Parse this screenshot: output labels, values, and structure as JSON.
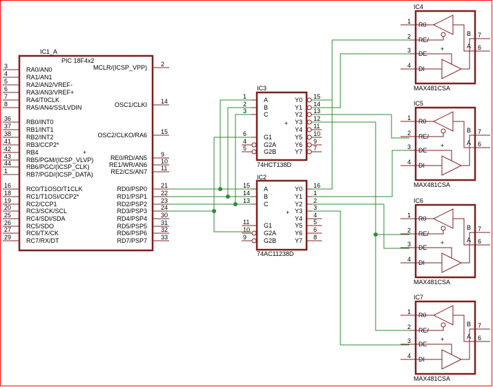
{
  "colors": {
    "border": "#ff0000",
    "ic_body": "#7a1f1f",
    "wire": "#2e8b2e",
    "text": "#000000"
  },
  "ic1": {
    "name": "IC1_A",
    "value": "PIC 18F4x2",
    "left_pins": [
      {
        "num": "3",
        "label": "RA0/AN0"
      },
      {
        "num": "4",
        "label": "RA1/AN1"
      },
      {
        "num": "5",
        "label": "RA2/AN2/VREF-"
      },
      {
        "num": "6",
        "label": "RA3/AN3/VREF+"
      },
      {
        "num": "7",
        "label": "RA4/T0CLK"
      },
      {
        "num": "8",
        "label": "RA5/AN4/SS/LVDIN"
      },
      {
        "num": "36",
        "label": "RB0/INT0"
      },
      {
        "num": "37",
        "label": "RB1/INT1"
      },
      {
        "num": "38",
        "label": "RB2/INT2"
      },
      {
        "num": "41",
        "label": "RB3/CCP2*"
      },
      {
        "num": "42",
        "label": "RB4"
      },
      {
        "num": "43",
        "label": "RB5/PGM/(ICSP_VLVP)"
      },
      {
        "num": "44",
        "label": "RB6/PGC/(ICSP_CLK)"
      },
      {
        "num": "1",
        "label": "RB7/PGD/(ICSP_DATA)"
      },
      {
        "num": "16",
        "label": "RC0/T1OSO/T1CLK"
      },
      {
        "num": "18",
        "label": "RC1/T1OSI/CCP2*"
      },
      {
        "num": "19",
        "label": "RC2/CCP1"
      },
      {
        "num": "20",
        "label": "RC3/SCK/SCL"
      },
      {
        "num": "25",
        "label": "RC4/SDI/SDA"
      },
      {
        "num": "26",
        "label": "RC5/SDO"
      },
      {
        "num": "27",
        "label": "RC6/TX/CK"
      },
      {
        "num": "29",
        "label": "RC7/RX/DT"
      }
    ],
    "right_pins": [
      {
        "num": "2",
        "label": "MCLR/(ICSP_VPP)"
      },
      {
        "num": "14",
        "label": "OSC1/CLKI"
      },
      {
        "num": "15",
        "label": "OSC2/CLKO/RA6"
      },
      {
        "num": "9",
        "label": "RE0/RD/AN5"
      },
      {
        "num": "10",
        "label": "RE1/WR/AN6"
      },
      {
        "num": "11",
        "label": "RE2/CS/AN7"
      },
      {
        "num": "21",
        "label": "RD0/PSP0"
      },
      {
        "num": "22",
        "label": "RD1/PSP1"
      },
      {
        "num": "23",
        "label": "RD2/PSP2"
      },
      {
        "num": "24",
        "label": "RD3/PSP3"
      },
      {
        "num": "30",
        "label": "RD4/PSP4"
      },
      {
        "num": "31",
        "label": "RD5/PSP5"
      },
      {
        "num": "32",
        "label": "RD6/PSP6"
      },
      {
        "num": "33",
        "label": "RD7/PSP7"
      }
    ]
  },
  "ic3": {
    "name": "IC3",
    "value": "74HCT138D",
    "left_pins": [
      {
        "num": "1",
        "label": "A"
      },
      {
        "num": "2",
        "label": "B"
      },
      {
        "num": "3",
        "label": "C"
      },
      {
        "num": "6",
        "label": "G1"
      },
      {
        "num": "4",
        "label": "G2A"
      },
      {
        "num": "5",
        "label": "G2B"
      }
    ],
    "right_pins": [
      {
        "num": "15",
        "label": "Y0"
      },
      {
        "num": "14",
        "label": "Y1"
      },
      {
        "num": "13",
        "label": "Y2"
      },
      {
        "num": "12",
        "label": "Y3"
      },
      {
        "num": "11",
        "label": "Y4"
      },
      {
        "num": "10",
        "label": "Y5"
      },
      {
        "num": "9",
        "label": "Y6"
      },
      {
        "num": "7",
        "label": "Y7"
      }
    ]
  },
  "ic2": {
    "name": "IC2",
    "value": "74AC11238D",
    "left_pins": [
      {
        "num": "15",
        "label": "A"
      },
      {
        "num": "14",
        "label": "B"
      },
      {
        "num": "13",
        "label": "C"
      },
      {
        "num": "11",
        "label": "G1"
      },
      {
        "num": "10",
        "label": "G2A"
      },
      {
        "num": "9",
        "label": "G2B"
      }
    ],
    "right_pins": [
      {
        "num": "16",
        "label": "Y0"
      },
      {
        "num": "1",
        "label": "Y1"
      },
      {
        "num": "2",
        "label": "Y2"
      },
      {
        "num": "3",
        "label": "Y3"
      },
      {
        "num": "4",
        "label": "Y4"
      },
      {
        "num": "5",
        "label": "Y5"
      },
      {
        "num": "6",
        "label": "Y6"
      },
      {
        "num": "8",
        "label": "Y7"
      }
    ]
  },
  "transceivers": [
    {
      "name": "IC4",
      "value": "MAX481CSA",
      "pins": {
        "ro": "R0",
        "re": "RE/",
        "de": "DE",
        "di": "DI",
        "b": "B",
        "a": "A",
        "n1": "1",
        "n2": "2",
        "n3": "3",
        "n4": "4",
        "n7": "7",
        "n6": "6"
      }
    },
    {
      "name": "IC5",
      "value": "MAX481CSA",
      "pins": {
        "ro": "R0",
        "re": "RE/",
        "de": "DE",
        "di": "DI",
        "b": "B",
        "a": "A",
        "n1": "1",
        "n2": "2",
        "n3": "3",
        "n4": "4",
        "n7": "7",
        "n6": "6"
      }
    },
    {
      "name": "IC6",
      "value": "MAX481CSA",
      "pins": {
        "ro": "R0",
        "re": "RE/",
        "de": "DE",
        "di": "DI",
        "b": "B",
        "a": "A",
        "n1": "1",
        "n2": "2",
        "n3": "3",
        "n4": "4",
        "n7": "7",
        "n6": "6"
      }
    },
    {
      "name": "IC7",
      "value": "MAX481CSA",
      "pins": {
        "ro": "R0",
        "re": "RE/",
        "de": "DE",
        "di": "DI",
        "b": "B",
        "a": "A",
        "n1": "1",
        "n2": "2",
        "n3": "3",
        "n4": "4",
        "n7": "7",
        "n6": "6"
      }
    }
  ]
}
